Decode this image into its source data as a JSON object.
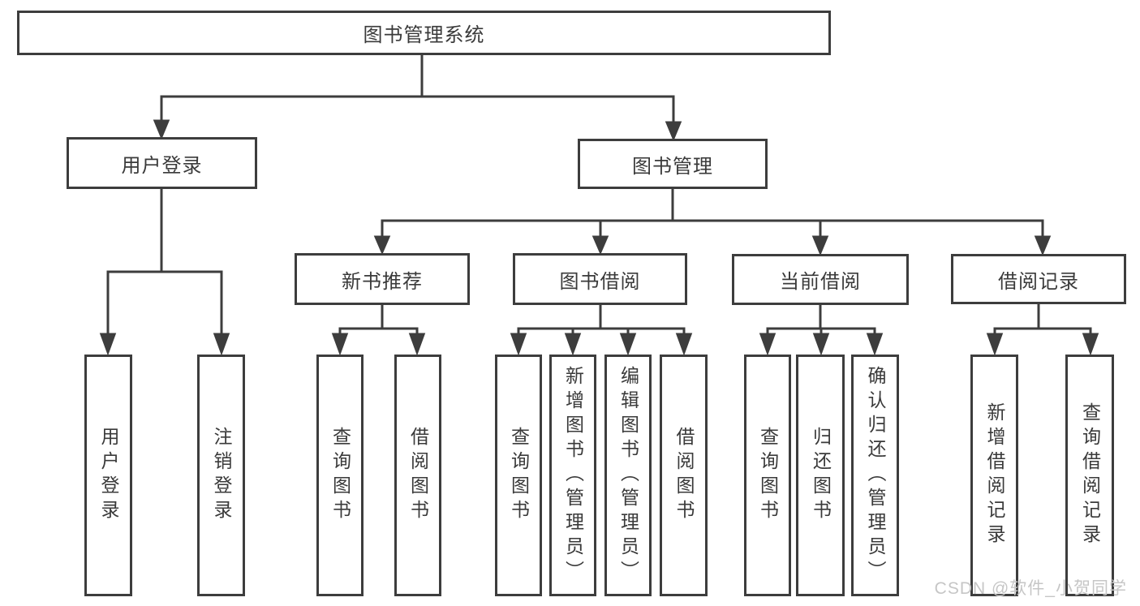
{
  "tree": {
    "root": {
      "label": "图书管理系统"
    },
    "children": [
      {
        "label": "用户登录",
        "children": [
          {
            "label": "用户登录"
          },
          {
            "label": "注销登录"
          }
        ]
      },
      {
        "label": "图书管理",
        "children": [
          {
            "label": "新书推荐",
            "children": [
              {
                "label": "查询图书"
              },
              {
                "label": "借阅图书"
              }
            ]
          },
          {
            "label": "图书借阅",
            "children": [
              {
                "label": "查询图书"
              },
              {
                "label": "新增图书（管理员）"
              },
              {
                "label": "编辑图书（管理员）"
              },
              {
                "label": "借阅图书"
              }
            ]
          },
          {
            "label": "当前借阅",
            "children": [
              {
                "label": "查询图书"
              },
              {
                "label": "归还图书"
              },
              {
                "label": "确认归还（管理员）"
              }
            ]
          },
          {
            "label": "借阅记录",
            "children": [
              {
                "label": "新增借阅记录"
              },
              {
                "label": "查询借阅记录"
              }
            ]
          }
        ]
      }
    ]
  },
  "watermark": {
    "text": "CSDN @软件_小贺同学"
  },
  "colors": {
    "line": "#3d3d3d",
    "text": "#3a3a3a",
    "watermark": "#c6c6c6",
    "bg": "#ffffff"
  }
}
